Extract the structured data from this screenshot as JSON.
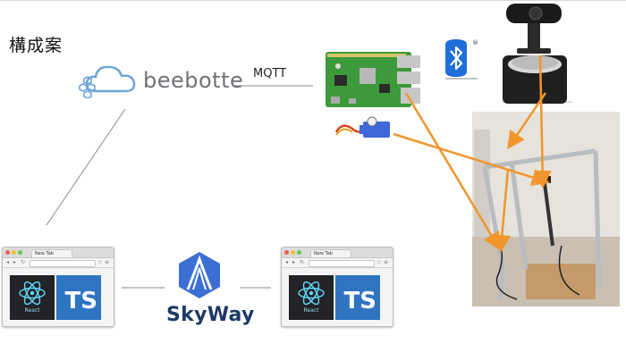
{
  "title": "構成案",
  "beebotte": {
    "label": "beebotte"
  },
  "mqtt": {
    "label": "MQTT"
  },
  "skyway": {
    "label": "SkyWay"
  },
  "browser_left": {
    "tab": "New Tab",
    "react": "React",
    "ts": "TS"
  },
  "browser_right": {
    "tab": "New Tab",
    "react": "React",
    "ts": "TS"
  },
  "bluetooth": {
    "mark": "®"
  },
  "colors": {
    "arrow": "#f0962c",
    "line": "#8a8a8a",
    "beebotte_icon": "#6fa6d8",
    "ts": "#2f74c0",
    "react_bg": "#222326"
  }
}
